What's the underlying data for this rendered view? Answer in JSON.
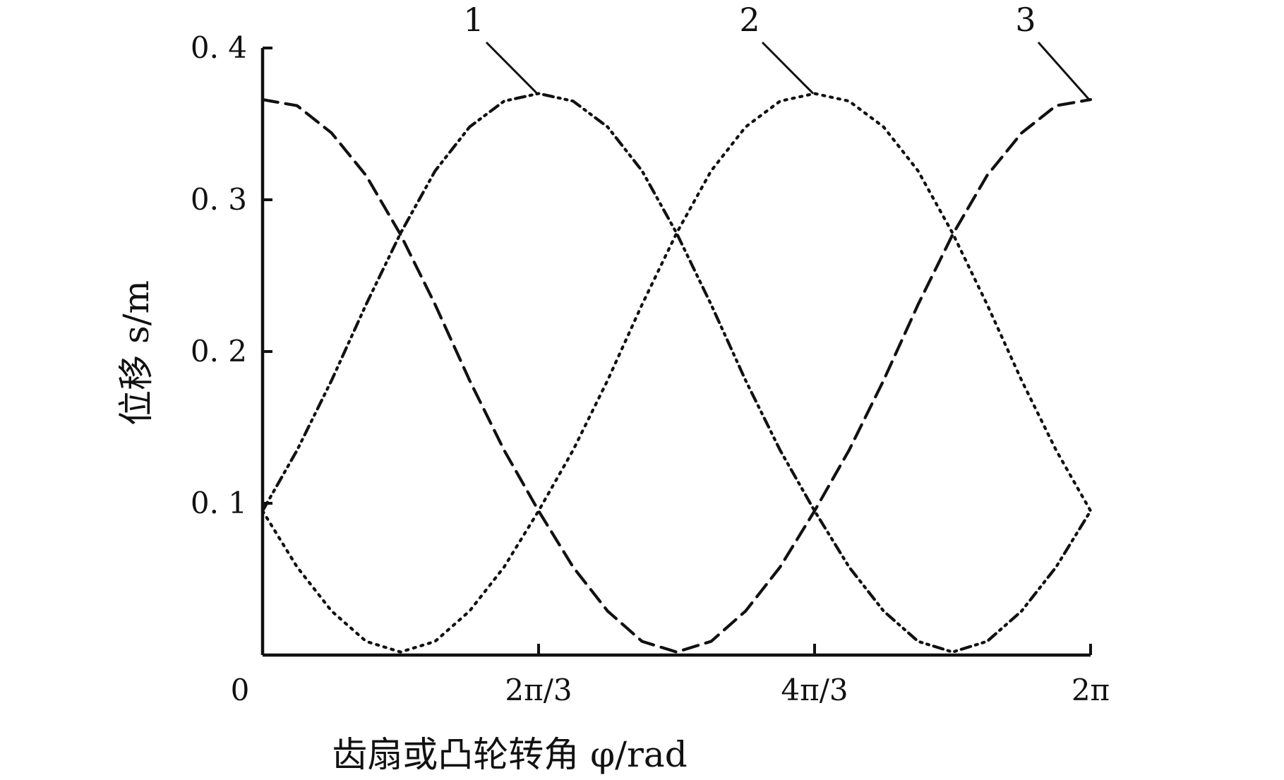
{
  "chart_data": {
    "type": "line",
    "title": "",
    "xlabel": "齿扇或凸轮转角 φ/rad",
    "ylabel": "位移 s/m",
    "xlim": [
      0,
      6.2832
    ],
    "ylim": [
      0,
      0.4
    ],
    "grid": false,
    "legend": "none",
    "x_ticks": [
      {
        "value": 0,
        "label": "0"
      },
      {
        "value": 2.0944,
        "label": "2π/3"
      },
      {
        "value": 4.1888,
        "label": "4π/3"
      },
      {
        "value": 6.2832,
        "label": "2π"
      }
    ],
    "y_ticks": [
      {
        "value": 0.1,
        "label": "0. 1"
      },
      {
        "value": 0.2,
        "label": "0. 2"
      },
      {
        "value": 0.3,
        "label": "0. 3"
      },
      {
        "value": 0.4,
        "label": "0. 4"
      }
    ],
    "series": [
      {
        "label": "1",
        "line_style": "dash-dot-dot",
        "x": [
          0,
          0.2618,
          0.5236,
          0.7854,
          1.0472,
          1.309,
          1.5708,
          1.8326,
          2.0944,
          2.3562,
          2.618,
          2.8798,
          3.1416,
          3.4034,
          3.6652,
          3.927,
          4.1888,
          4.4506,
          4.7124,
          4.9742,
          5.236,
          5.4978,
          5.7596,
          6.0214,
          6.2832
        ],
        "y": [
          0.095,
          0.135,
          0.181,
          0.231,
          0.278,
          0.319,
          0.348,
          0.365,
          0.37,
          0.365,
          0.348,
          0.319,
          0.278,
          0.231,
          0.181,
          0.135,
          0.095,
          0.058,
          0.029,
          0.009,
          0.002,
          0.009,
          0.029,
          0.058,
          0.095
        ]
      },
      {
        "label": "2",
        "line_style": "dotted",
        "x": [
          0,
          0.2618,
          0.5236,
          0.7854,
          1.0472,
          1.309,
          1.5708,
          1.8326,
          2.0944,
          2.3562,
          2.618,
          2.8798,
          3.1416,
          3.4034,
          3.6652,
          3.927,
          4.1888,
          4.4506,
          4.7124,
          4.9742,
          5.236,
          5.4978,
          5.7596,
          6.0214,
          6.2832
        ],
        "y": [
          0.095,
          0.058,
          0.029,
          0.009,
          0.002,
          0.009,
          0.029,
          0.058,
          0.095,
          0.135,
          0.181,
          0.231,
          0.278,
          0.319,
          0.348,
          0.365,
          0.37,
          0.365,
          0.348,
          0.319,
          0.278,
          0.231,
          0.181,
          0.135,
          0.095
        ]
      },
      {
        "label": "3",
        "line_style": "dashed",
        "x": [
          0,
          0.2618,
          0.5236,
          0.7854,
          1.0472,
          1.309,
          1.5708,
          1.8326,
          2.0944,
          2.3562,
          2.618,
          2.8798,
          3.1416,
          3.4034,
          3.6652,
          3.927,
          4.1888,
          4.4506,
          4.7124,
          4.9742,
          5.236,
          5.4978,
          5.7596,
          6.0214,
          6.2832
        ],
        "y": [
          0.366,
          0.362,
          0.344,
          0.316,
          0.277,
          0.231,
          0.181,
          0.135,
          0.095,
          0.058,
          0.029,
          0.009,
          0.002,
          0.009,
          0.029,
          0.058,
          0.095,
          0.135,
          0.181,
          0.231,
          0.277,
          0.316,
          0.344,
          0.362,
          0.366
        ]
      }
    ],
    "annotations": [
      {
        "text": "1",
        "series": "1",
        "x": 2.0944,
        "y": 0.37
      },
      {
        "text": "2",
        "series": "2",
        "x": 4.1888,
        "y": 0.37
      },
      {
        "text": "3",
        "series": "3",
        "x": 6.2832,
        "y": 0.366
      }
    ],
    "colors": {
      "background": "#ffffff",
      "ink": "#111111"
    }
  }
}
